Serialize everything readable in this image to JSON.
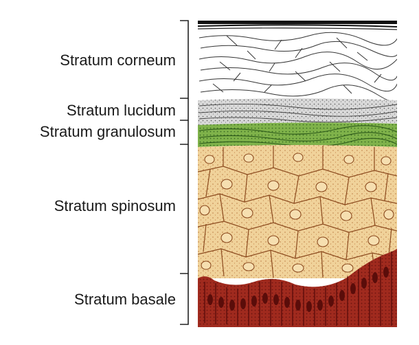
{
  "figure": {
    "layers": [
      {
        "id": "corneum",
        "label": "Stratum corneum",
        "color": "#ffffff"
      },
      {
        "id": "lucidum",
        "label": "Stratum lucidum",
        "color": "#d9d9d9"
      },
      {
        "id": "granulosum",
        "label": "Stratum granulosum",
        "color": "#7fb24a"
      },
      {
        "id": "spinosum",
        "label": "Stratum spinosum",
        "color": "#f0d29a"
      },
      {
        "id": "basale",
        "label": "Stratum basale",
        "color": "#a02a1e"
      }
    ]
  }
}
